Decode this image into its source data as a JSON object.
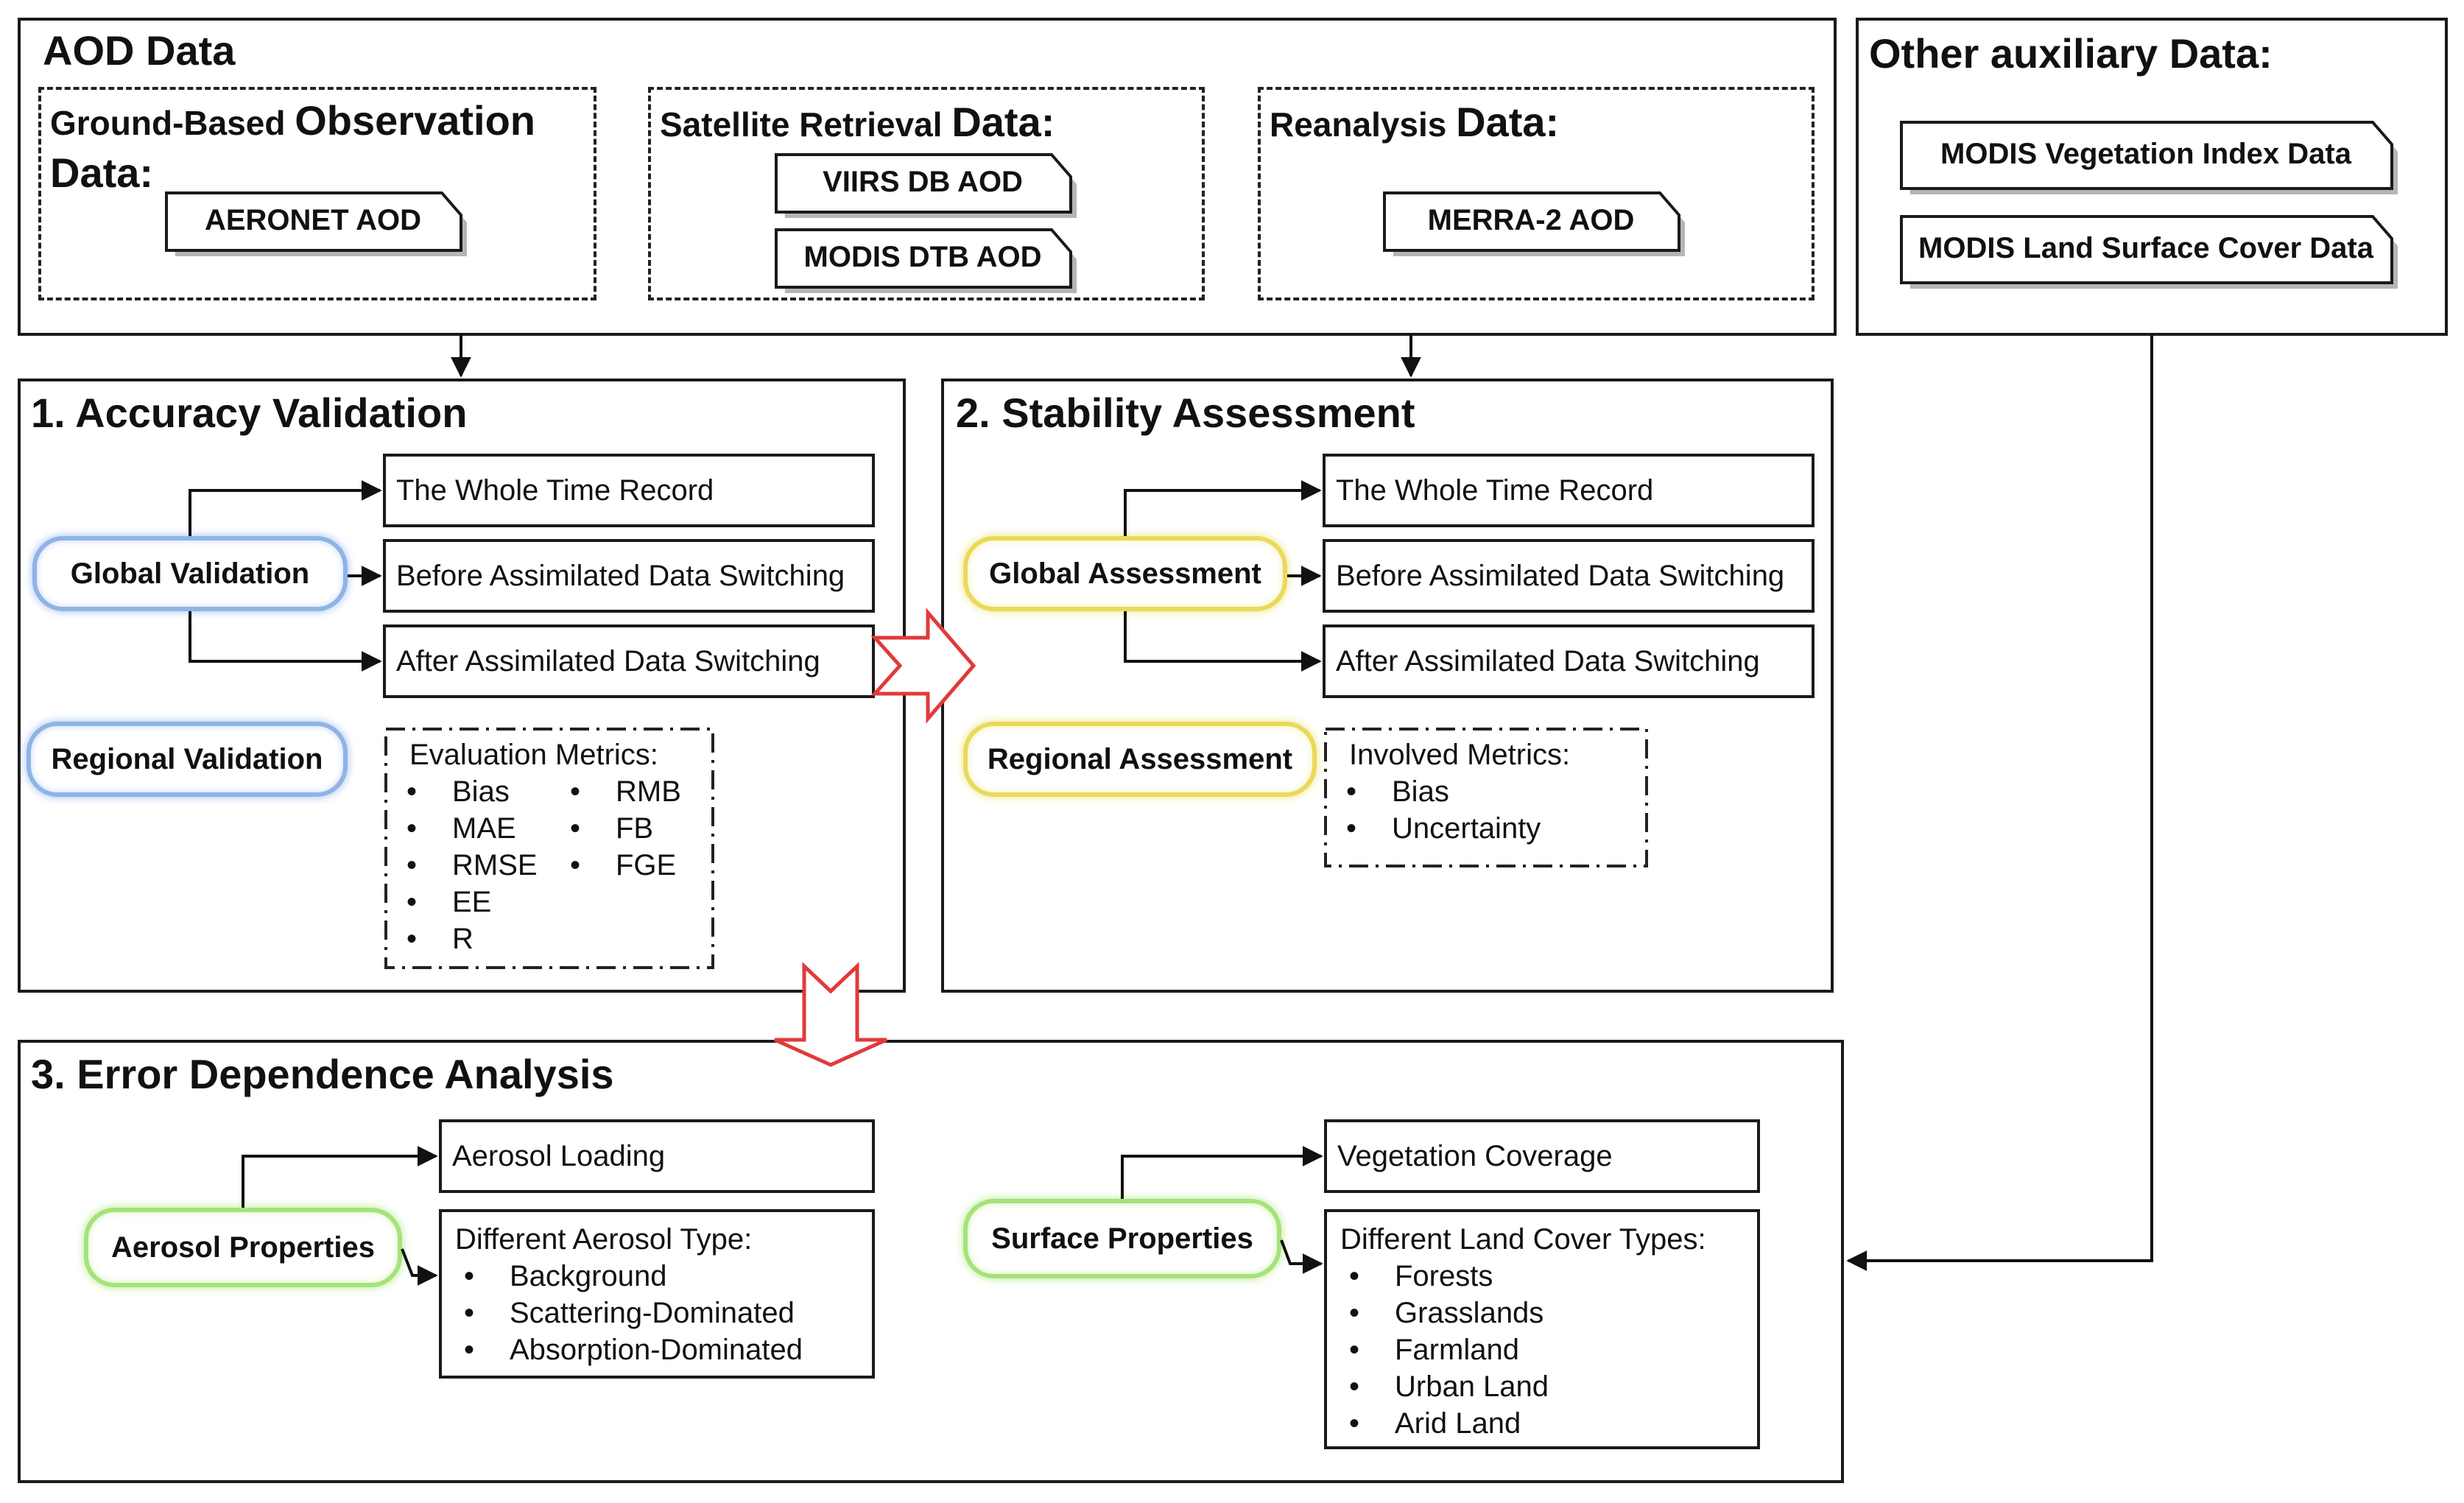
{
  "aod": {
    "title": "AOD Data",
    "ground": {
      "title_small": "Ground-Based ",
      "title_big": "Observation",
      "title_line2": "Data:",
      "tag": "AERONET AOD"
    },
    "satellite": {
      "title_small": "Satellite Retrieval ",
      "title_big": "Data:",
      "tags": [
        "VIIRS DB AOD",
        "MODIS DTB AOD"
      ]
    },
    "reanalysis": {
      "title_small": "Reanalysis ",
      "title_big": "Data:",
      "tag": "MERRA-2 AOD"
    }
  },
  "aux": {
    "title": "Other auxiliary Data:",
    "tags": [
      "MODIS Vegetation Index Data",
      "MODIS Land Surface Cover Data"
    ]
  },
  "accuracy": {
    "title": "1. Accuracy Validation",
    "global_label": "Global Validation",
    "regional_label": "Regional  Validation",
    "boxes": [
      "The Whole Time Record",
      "Before Assimilated Data Switching",
      "After Assimilated Data Switching"
    ],
    "metrics_title": "Evaluation Metrics:",
    "metrics_left": [
      "Bias",
      "MAE",
      "RMSE",
      "EE",
      "R"
    ],
    "metrics_right": [
      "RMB",
      "FB",
      "FGE"
    ]
  },
  "stability": {
    "title": "2. Stability Assessment",
    "global_label": "Global Assessment",
    "regional_label": "Regional  Assessment",
    "boxes": [
      "The Whole Time Record",
      "Before Assimilated Data Switching",
      "After Assimilated Data Switching"
    ],
    "metrics_title": "Involved Metrics:",
    "metrics": [
      "Bias",
      "Uncertainty"
    ]
  },
  "error": {
    "title": "3. Error Dependence Analysis",
    "aerosol_label": "Aerosol Properties",
    "surface_label": "Surface Properties",
    "aerosol_loading": "Aerosol Loading",
    "aerosol_type_title": "Different Aerosol Type:",
    "aerosol_types": [
      "Background",
      "Scattering-Dominated",
      "Absorption-Dominated"
    ],
    "vegetation": "Vegetation Coverage",
    "land_title": "Different Land Cover Types:",
    "land_types": [
      "Forests",
      "Grasslands",
      "Farmland",
      "Urban Land",
      "Arid Land"
    ]
  },
  "colors": {
    "accent_arrow": "#e23a3a",
    "blue": "#8fb3e8",
    "yellow": "#ead95a",
    "green": "#a6e27a"
  }
}
